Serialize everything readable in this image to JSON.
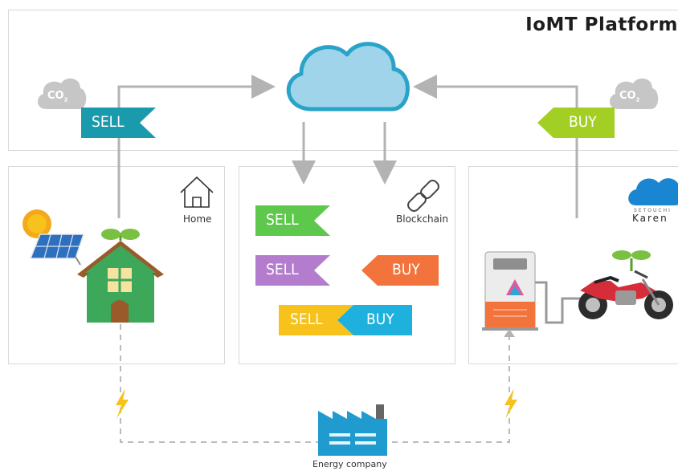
{
  "title": "IoMT Platform",
  "co2_left": "CO",
  "co2_right": "CO",
  "co2_sub": "2",
  "panels": {
    "home": "Home",
    "blockchain": "Blockchain",
    "energy_company": "Energy company"
  },
  "tags": {
    "sell_top": "SELL",
    "buy_top": "BUY",
    "sell_green": "SELL",
    "sell_purple": "SELL",
    "buy_orange": "BUY",
    "sell_yellow": "SELL",
    "buy_blue": "BUY"
  },
  "brand": {
    "top": "SETOUCHI",
    "name": "Karen"
  },
  "colors": {
    "teal": "#1a9aad",
    "lime": "#a3cf24",
    "green": "#5dc84b",
    "purple": "#b37ccc",
    "orange": "#f2733b",
    "yellow": "#f6c21b",
    "blue": "#1fb1dd"
  }
}
